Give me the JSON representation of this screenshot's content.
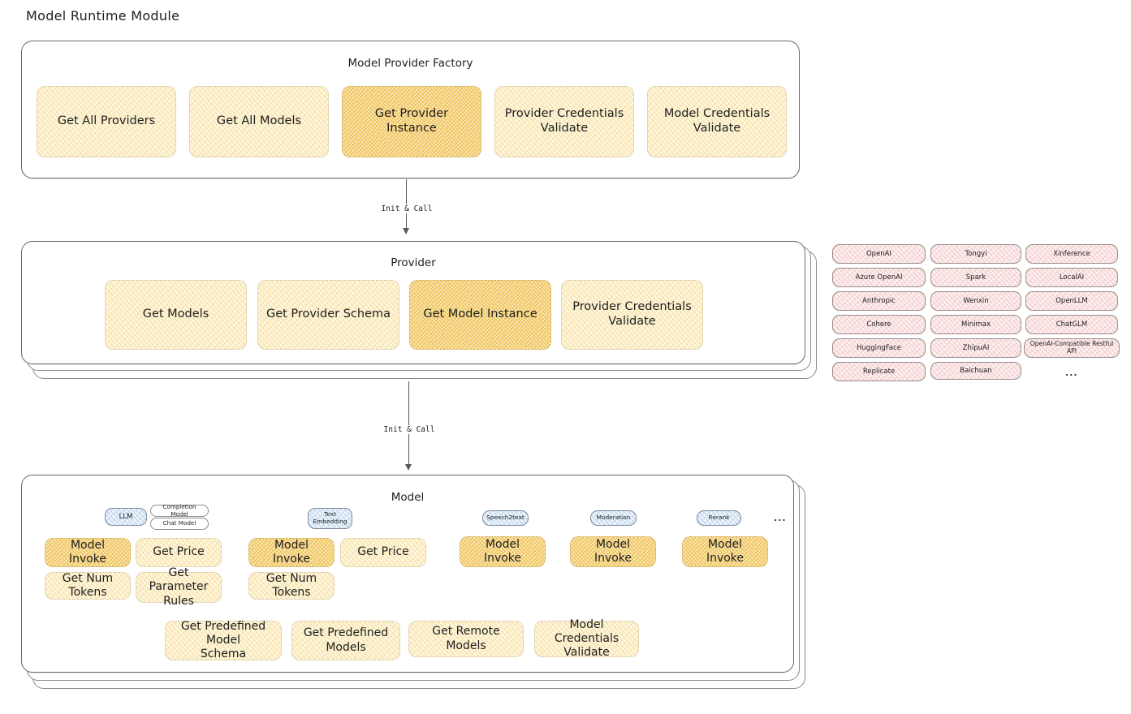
{
  "page": {
    "title": "Model Runtime Module"
  },
  "arrows": [
    {
      "label": "Init & Call"
    },
    {
      "label": "Init & Call"
    }
  ],
  "factory": {
    "title": "Model Provider Factory",
    "nodes": [
      {
        "label": "Get All Providers",
        "highlight": false
      },
      {
        "label": "Get All Models",
        "highlight": false
      },
      {
        "label": "Get Provider\nInstance",
        "highlight": true
      },
      {
        "label": "Provider Credentials\nValidate",
        "highlight": false
      },
      {
        "label": "Model Credentials\nValidate",
        "highlight": false
      }
    ]
  },
  "provider": {
    "title": "Provider",
    "nodes": [
      {
        "label": "Get Models",
        "highlight": false
      },
      {
        "label": "Get Provider Schema",
        "highlight": false
      },
      {
        "label": "Get Model Instance",
        "highlight": true
      },
      {
        "label": "Provider Credentials\nValidate",
        "highlight": false
      }
    ]
  },
  "provider_list": {
    "columns": [
      [
        "OpenAI",
        "Azure OpenAI",
        "Anthropic",
        "Cohere",
        "HuggingFace",
        "Replicate"
      ],
      [
        "Tongyi",
        "Spark",
        "Wenxin",
        "Minimax",
        "ZhipuAI",
        "Baichuan"
      ],
      [
        "Xinference",
        "LocalAI",
        "OpenLLM",
        "ChatGLM",
        "OpenAI-Compatible Restful API"
      ]
    ],
    "more": "..."
  },
  "model": {
    "title": "Model",
    "more": "...",
    "types": [
      {
        "badge": "LLM",
        "badge_tone": "blue",
        "subbadges": [
          "Completion Model",
          "Chat Model"
        ],
        "methods": [
          {
            "label": "Model Invoke",
            "highlight": true
          },
          {
            "label": "Get Price",
            "highlight": false
          },
          {
            "label": "Get Num Tokens",
            "highlight": false
          },
          {
            "label": "Get Parameter\nRules",
            "highlight": false
          }
        ]
      },
      {
        "badge": "Text\nEmbedding",
        "badge_tone": "blue",
        "subbadges": [],
        "methods": [
          {
            "label": "Model Invoke",
            "highlight": true
          },
          {
            "label": "Get Price",
            "highlight": false
          },
          {
            "label": "Get Num Tokens",
            "highlight": false
          }
        ]
      },
      {
        "badge": "Speech2text",
        "badge_tone": "blue",
        "subbadges": [],
        "methods": [
          {
            "label": "Model Invoke",
            "highlight": true
          }
        ]
      },
      {
        "badge": "Moderation",
        "badge_tone": "blue",
        "subbadges": [],
        "methods": [
          {
            "label": "Model Invoke",
            "highlight": true
          }
        ]
      },
      {
        "badge": "Rerank",
        "badge_tone": "blue",
        "subbadges": [],
        "methods": [
          {
            "label": "Model Invoke",
            "highlight": true
          }
        ]
      }
    ],
    "common_methods": [
      {
        "label": "Get Predefined Model\nSchema"
      },
      {
        "label": "Get Predefined\nModels"
      },
      {
        "label": "Get Remote Models"
      },
      {
        "label": "Model Credentials\nValidate"
      }
    ]
  },
  "colors": {
    "node_fill_light": "#fdf6e0",
    "node_fill_strong": "#fcebbd",
    "chip_fill_pink": "#fdf0f0",
    "chip_fill_blue": "#eef4fb",
    "stroke": "#6b6b6b",
    "text": "#1e1e1e"
  }
}
